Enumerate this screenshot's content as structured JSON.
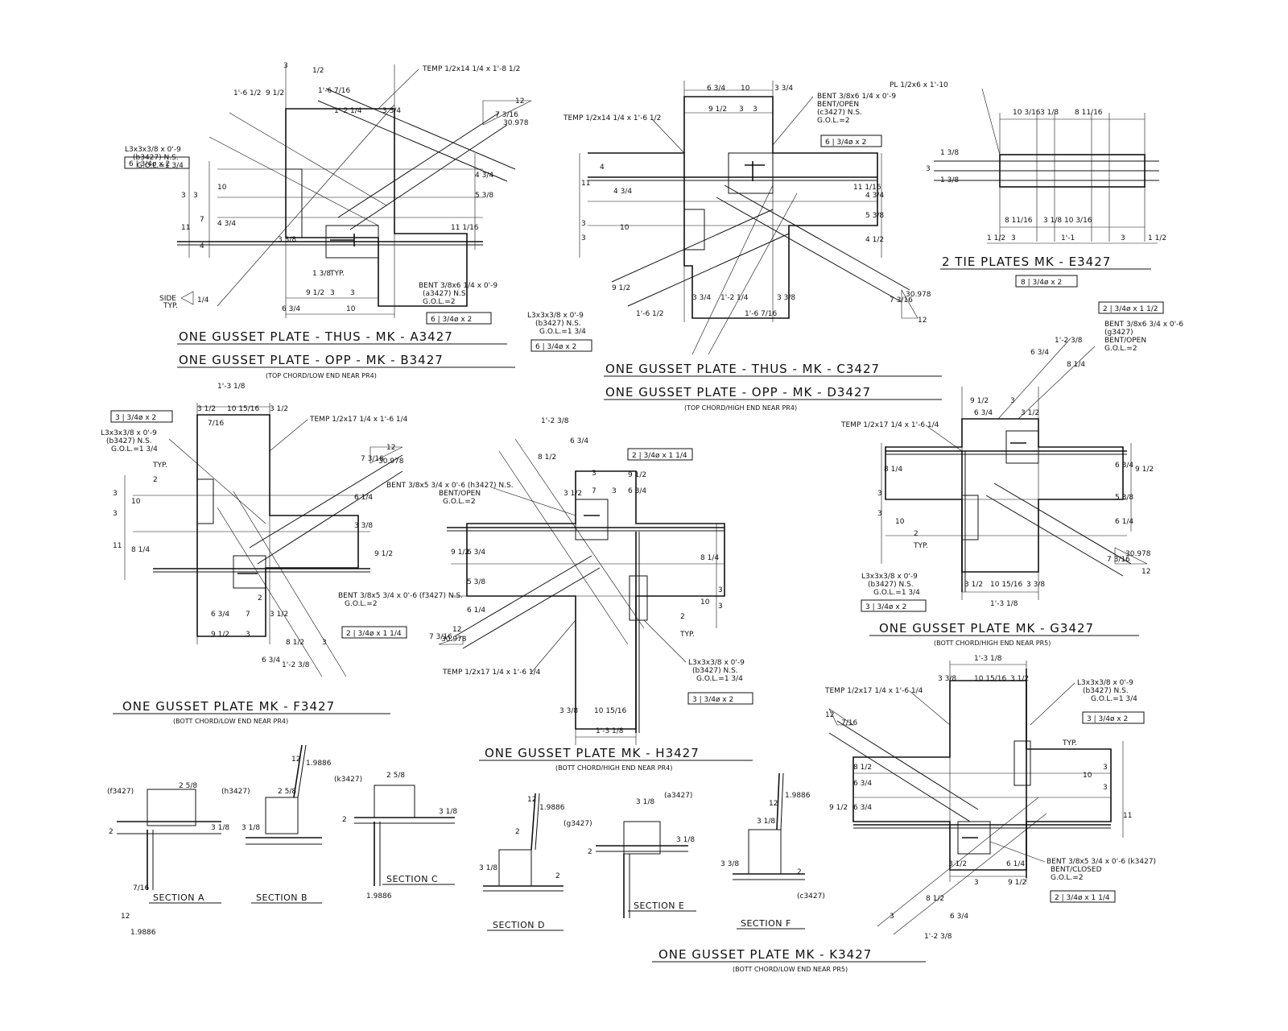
{
  "drawings": {
    "a": {
      "title": "ONE GUSSET PLATE - THUS - MK - A3427",
      "title2": "ONE GUSSET PLATE - OPP - MK - B3427",
      "subtitle": "(TOP CHORD/LOW END NEAR PR4)",
      "temp": "TEMP 1/2x14 1/4 x 1'-8 1/2",
      "angle": "L3x3x3/8 x 0'-9",
      "angle_ns": "(b3427) N.S.",
      "angle_gol": "G.O.L.=1 3/4",
      "bolts1": "6 | 3/4ø x 2",
      "bent": "BENT 3/8x6 1/4 x 0'-9",
      "bent_ns": "(a3427) N.S.",
      "bent_gol": "G.O.L.=2",
      "bolts2": "6 | 3/4ø x 2",
      "side": "SIDE",
      "typ": "TYP.",
      "dims": [
        "1'-6 1/2",
        "9 1/2",
        "1'-6 7/16",
        "1'-2 1/4",
        "3 3/4",
        "6 3/4",
        "10",
        "9 1/2",
        "3",
        "3",
        "1 3/8",
        "TYP.",
        "11",
        "7",
        "4 3/4",
        "4",
        "10",
        "3",
        "3",
        "4 3/4",
        "5 3/8",
        "11 1/16",
        "7 3/16",
        "12",
        "30.978",
        "3",
        "1/2",
        "3 3/8",
        "1/4"
      ]
    },
    "c": {
      "title": "ONE GUSSET PLATE - THUS - MK - C3427",
      "title2": "ONE GUSSET PLATE - OPP - MK - D3427",
      "subtitle": "(TOP CHORD/HIGH END NEAR PR4)",
      "temp": "TEMP 1/2x14 1/4 x 1'-6 1/2",
      "bent": "BENT 3/8x6 1/4 x 0'-9",
      "bent2": "BENT/OPEN",
      "bent_ns": "(c3427) N.S.",
      "bent_gol": "G.O.L.=2",
      "bolts1": "6 | 3/4ø x 2",
      "angle": "L3x3x3/8 x 0'-9",
      "angle_ns": "(b3427) N.S.",
      "angle_gol": "G.O.L.=1 3/4",
      "bolts2": "6 | 3/4ø x 2",
      "dims": [
        "6 3/4",
        "10",
        "3 3/4",
        "9 1/2",
        "3",
        "3",
        "11",
        "4",
        "4 3/4",
        "10",
        "3",
        "3",
        "1'-6 1/2",
        "9 1/2",
        "3 3/4",
        "1'-2 1/4",
        "3 3/8",
        "1'-6 7/16",
        "11 1/16",
        "4 3/4",
        "5 3/8",
        "4 1/2",
        "7 3/16",
        "12",
        "30.978"
      ]
    },
    "e": {
      "title": "2 TIE PLATES  MK - E3427",
      "plate": "PL 1/2x6 x 1'-10",
      "bolts": "8 | 3/4ø x 2",
      "dims": [
        "10 3/16",
        "3 1/8",
        "8 11/16",
        "8 11/16",
        "3 1/8",
        "10 3/16",
        "1 1/2",
        "3",
        "1'-1",
        "3",
        "1 1/2",
        "1 3/8",
        "1 3/8",
        "3"
      ]
    },
    "f": {
      "title": "ONE GUSSET PLATE  MK - F3427",
      "subtitle": "(BOTT CHORD/LOW END NEAR PR4)",
      "bolts1": "3 | 3/4ø x 2",
      "angle": "L3x3x3/8 x 0'-9",
      "angle_ns": "(b3427) N.S.",
      "angle_gol": "G.O.L.=1 3/4",
      "temp": "TEMP 1/2x17 1/4 x 1'-6 1/4",
      "bent": "BENT 3/8x5 3/4 x 0'-6 (f3427) N.S.",
      "bent_gol": "G.O.L.=2",
      "bolts2": "2 | 3/4ø x 1 1/4",
      "dims": [
        "1'-3 1/8",
        "3 1/2",
        "10 15/16",
        "3 1/2",
        "7/16",
        "TYP.",
        "2",
        "10",
        "3",
        "3",
        "11",
        "8 1/4",
        "6 1/4",
        "3 3/8",
        "9 1/2",
        "6 3/4",
        "2",
        "7",
        "3 1/2",
        "9 1/2",
        "3",
        "8 1/2",
        "6 3/4",
        "1'-2 3/8",
        "3",
        "7 3/16",
        "12",
        "30.978"
      ]
    },
    "h": {
      "title": "ONE GUSSET PLATE  MK - H3427",
      "subtitle": "(BOTT CHORD/HIGH END NEAR PR4)",
      "bolts1": "2 | 3/4ø x 1 1/4",
      "bent": "BENT 3/8x5 3/4 x 0'-6 (h3427) N.S.",
      "bent2": "BENT/OPEN",
      "bent_gol": "G.O.L.=2",
      "temp": "TEMP 1/2x17 1/4 x 1'-6 1/4",
      "angle": "L3x3x3/8 x 0'-9",
      "angle_ns": "(b3427) N.S.",
      "angle_gol": "G.O.L.=1 3/4",
      "bolts2": "3 | 3/4ø x 2",
      "dims": [
        "1'-2 3/8",
        "6 3/4",
        "8 1/2",
        "3",
        "3 1/2",
        "7",
        "3",
        "9 1/2",
        "6 3/4",
        "9 1/2",
        "6 3/4",
        "5 3/8",
        "6 1/4",
        "8 1/4",
        "10",
        "3",
        "3",
        "2",
        "TYP.",
        "3 3/8",
        "10 15/16",
        "1'-3 1/8",
        "7 3/16",
        "12",
        "30.978"
      ]
    },
    "g": {
      "title": "ONE GUSSET PLATE  MK - G3427",
      "subtitle": "(BOTT CHORD/HIGH END NEAR PR5)",
      "bolts1": "2 | 3/4ø x 1 1/2",
      "bent": "BENT 3/8x6 3/4 x 0'-6",
      "bent_ns": "(g3427)",
      "bent2": "BENT/OPEN",
      "bent_gol": "G.O.L.=2",
      "temp": "TEMP 1/2x17 1/4 x 1'-6 1/4",
      "angle": "L3x3x3/8 x 0'-9",
      "angle_ns": "(b3427) N.S.",
      "angle_gol": "G.O.L.=1 3/4",
      "bolts2": "3 | 3/4ø x 2",
      "dims": [
        "1'-2 3/8",
        "6 3/4",
        "8 1/4",
        "9 1/2",
        "6 3/4",
        "3",
        "3 1/2",
        "8 1/4",
        "3",
        "3",
        "10",
        "2",
        "TYP.",
        "6 3/4",
        "9 1/2",
        "5 3/8",
        "6 1/4",
        "3 1/2",
        "10 15/16",
        "3 3/8",
        "1'-3 1/8",
        "7 3/16",
        "12",
        "30.978"
      ]
    },
    "k": {
      "title": "ONE GUSSET PLATE  MK - K3427",
      "subtitle": "(BOTT CHORD/LOW END NEAR PR5)",
      "temp": "TEMP 1/2x17 1/4 x 1'-6 1/4",
      "angle": "L3x3x3/8 x 0'-9",
      "angle_ns": "(b3427) N.S.",
      "angle_gol": "G.O.L.=1 3/4",
      "bolts1": "3 | 3/4ø x 2",
      "bent": "BENT 3/8x5 3/4 x 0'-6 (k3427)",
      "bent2": "BENT/CLOSED",
      "bent_gol": "G.O.L.=2",
      "bolts2": "2 | 3/4ø x 1 1/4",
      "dims": [
        "1'-3 1/8",
        "3 3/8",
        "10 15/16",
        "3 1/2",
        "12",
        "7/16",
        "8 1/2",
        "6 3/4",
        "9 1/2",
        "6 3/4",
        "10",
        "3",
        "3",
        "11",
        "3 1/2",
        "6 1/4",
        "3",
        "9 1/2",
        "3",
        "8 1/2",
        "6 3/4",
        "1'-2 3/8",
        "TYP."
      ]
    }
  },
  "sections": [
    {
      "label": "SECTION A",
      "mark": "(f3427)",
      "dims": [
        "2 5/8",
        "3 1/8",
        "2",
        "7/16",
        "12",
        "1.9886"
      ]
    },
    {
      "label": "SECTION B",
      "mark": "(h3427)",
      "dims": [
        "2 5/8",
        "3 1/8",
        "12",
        "1.9886"
      ]
    },
    {
      "label": "SECTION C",
      "mark": "(k3427)",
      "dims": [
        "2 5/8",
        "3 1/8",
        "2",
        "1.9886"
      ]
    },
    {
      "label": "SECTION D",
      "mark": "(g3427)",
      "dims": [
        "2",
        "3 1/8",
        "2",
        "12",
        "1.9886"
      ]
    },
    {
      "label": "SECTION E",
      "mark": "(a3427)",
      "dims": [
        "3 1/8",
        "2",
        "3 1/8"
      ]
    },
    {
      "label": "SECTION F",
      "mark": "(c3427)",
      "dims": [
        "3 1/8",
        "3 3/8",
        "2",
        "12",
        "1.9886"
      ]
    }
  ]
}
